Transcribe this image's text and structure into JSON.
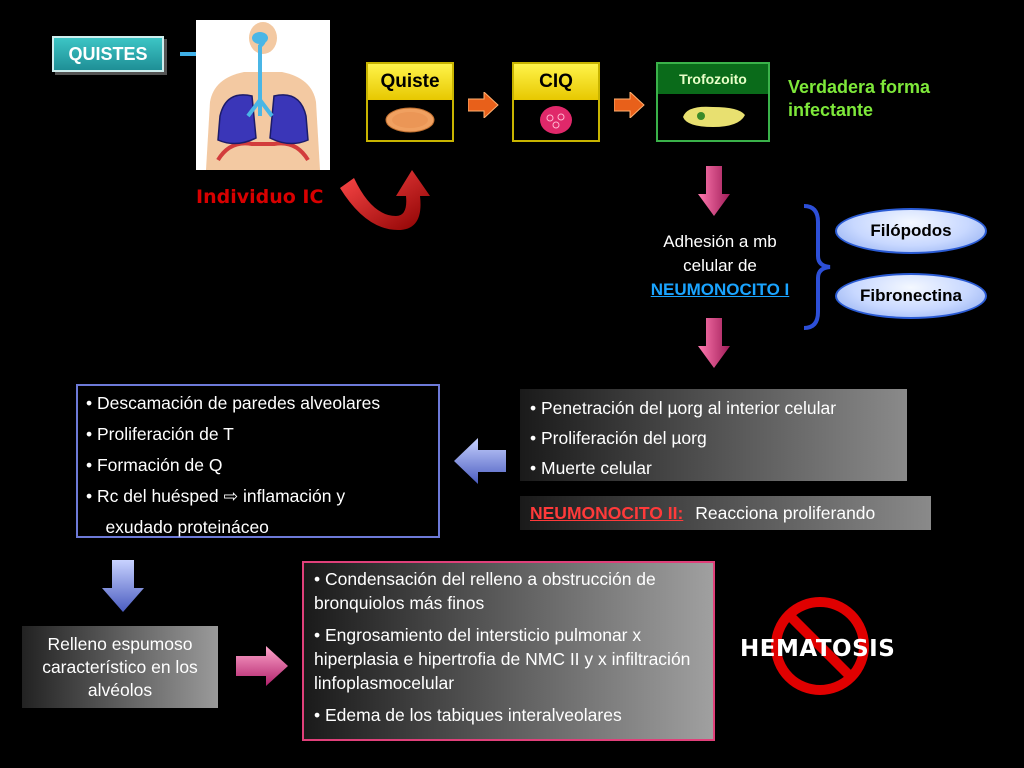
{
  "tag": {
    "label": "QUISTES"
  },
  "individuo": "Individuo IC",
  "stages": [
    {
      "label": "Quiste"
    },
    {
      "label": "CIQ"
    }
  ],
  "trofozoito": {
    "label": "Trofozoito"
  },
  "verdadera": {
    "line1": "Verdadera forma",
    "line2": "infectante"
  },
  "adhesion": {
    "line1": "Adhesión a mb",
    "line2": "celular de",
    "line3": "NEUMONOCITO I"
  },
  "pills": [
    {
      "label": "Filópodos"
    },
    {
      "label": "Fibronectina"
    }
  ],
  "left_box": {
    "items": [
      "•  Descamación de paredes alveolares",
      "•  Proliferación de T",
      "•  Formación de Q",
      "•  Rc del huésped ⇨ inflamación y",
      "    exudado proteináceo"
    ]
  },
  "right_box": {
    "items": [
      "• Penetración del µorg al interior celular",
      "• Proliferación del µorg",
      "• Muerte celular"
    ]
  },
  "neumonocito2": {
    "label": "NEUMONOCITO II:",
    "text": "Reacciona proliferando"
  },
  "relleno": {
    "line1": "Relleno espumoso",
    "line2": "característico en los",
    "line3": "alvéolos"
  },
  "bottom_box": {
    "items": [
      "• Condensación del relleno a obstrucción de bronquiolos más finos",
      "• Engrosamiento del intersticio pulmonar x hiperplasia e hipertrofia de NMC II y x infiltración linfoplasmocelular",
      "• Edema de los tabiques interalveolares"
    ]
  },
  "hematosis": "HEMATOSIS",
  "colors": {
    "down_arrow": "#c0306e",
    "blue_arrow": "#7b8fe0",
    "forbidden": "#e00000",
    "curved_arrow": "#d01818"
  }
}
